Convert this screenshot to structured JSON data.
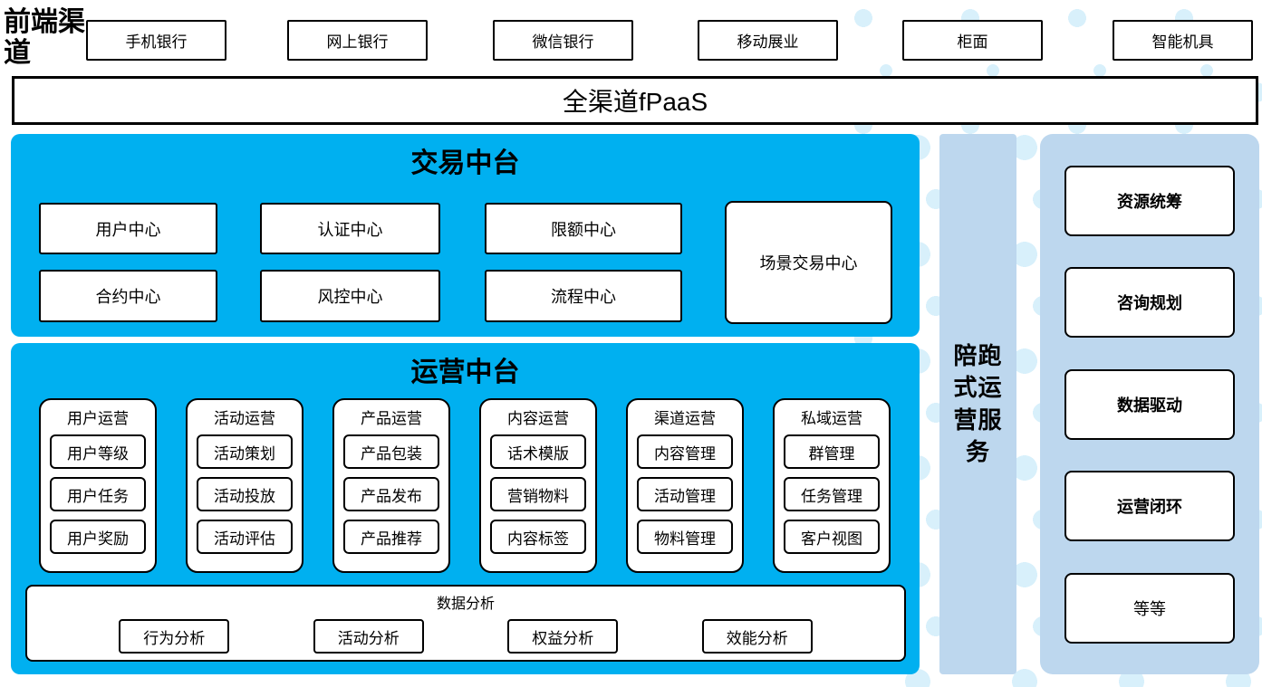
{
  "frontend": {
    "label": "前端渠道",
    "channels": [
      "手机银行",
      "网上银行",
      "微信银行",
      "移动展业",
      "柜面",
      "智能机具"
    ]
  },
  "fpaas_bar": {
    "label": "全渠道fPaaS"
  },
  "trade_platform": {
    "title": "交易中台",
    "centers": [
      "用户中心",
      "认证中心",
      "限额中心",
      "合约中心",
      "风控中心",
      "流程中心"
    ],
    "scene_center": "场景交易中心"
  },
  "ops_platform": {
    "title": "运营中台",
    "columns": [
      {
        "header": "用户运营",
        "items": [
          "用户等级",
          "用户任务",
          "用户奖励"
        ]
      },
      {
        "header": "活动运营",
        "items": [
          "活动策划",
          "活动投放",
          "活动评估"
        ]
      },
      {
        "header": "产品运营",
        "items": [
          "产品包装",
          "产品发布",
          "产品推荐"
        ]
      },
      {
        "header": "内容运营",
        "items": [
          "话术模版",
          "营销物料",
          "内容标签"
        ]
      },
      {
        "header": "渠道运营",
        "items": [
          "内容管理",
          "活动管理",
          "物料管理"
        ]
      },
      {
        "header": "私域运营",
        "items": [
          "群管理",
          "任务管理",
          "客户视图"
        ]
      }
    ],
    "analysis": {
      "header": "数据分析",
      "items": [
        "行为分析",
        "活动分析",
        "权益分析",
        "效能分析"
      ]
    }
  },
  "companion_bar": {
    "label": "陪跑式运营服务"
  },
  "right_panel": {
    "items": [
      "资源统筹",
      "咨询规划",
      "数据驱动",
      "运营闭环",
      "等等"
    ]
  },
  "colors": {
    "platform_blue": "#00b0f0",
    "panel_light_blue": "#bdd7ee",
    "dot_pattern_blue": "#d8f0fb"
  }
}
